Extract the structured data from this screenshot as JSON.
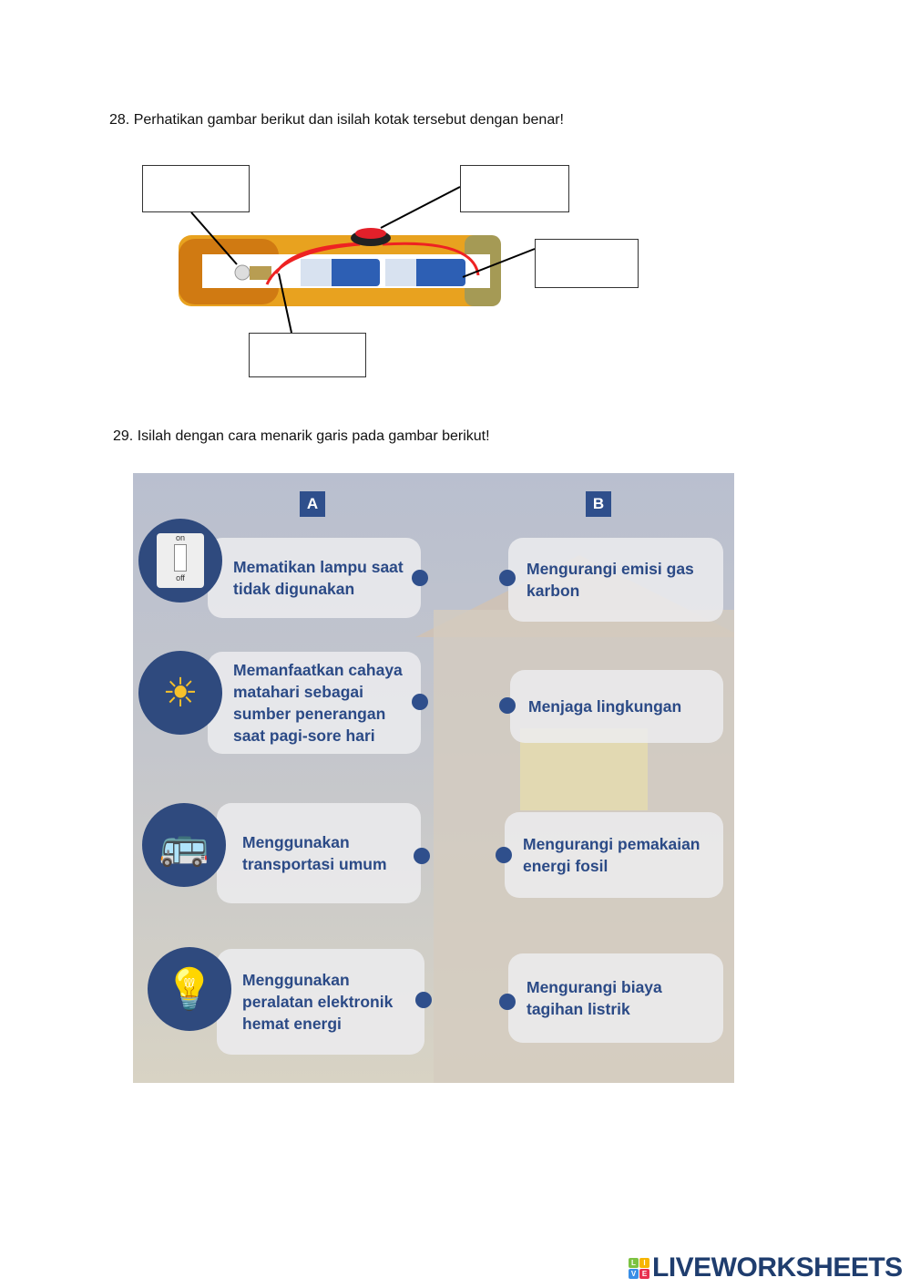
{
  "q28": {
    "text": "28. Perhatikan gambar berikut dan isilah kotak tersebut dengan benar!"
  },
  "q29": {
    "text": "29. Isilah dengan cara menarik garis pada gambar berikut!",
    "col_a": "A",
    "col_b": "B",
    "left": [
      {
        "text": "Mematikan lampu saat tidak digunakan",
        "icon": "light-switch-icon",
        "switch_on": "on",
        "switch_off": "off"
      },
      {
        "text": "Memanfaatkan cahaya matahari sebagai sumber penerangan saat pagi-sore hari",
        "icon": "sun-icon"
      },
      {
        "text": "Menggunakan transportasi umum",
        "icon": "bus-passengers-icon"
      },
      {
        "text": "Menggunakan peralatan elektronik hemat energi",
        "icon": "eco-bulb-icon"
      }
    ],
    "right": [
      {
        "text": "Mengurangi emisi gas karbon"
      },
      {
        "text": "Menjaga lingkungan"
      },
      {
        "text": "Mengurangi pemakaian energi fosil"
      },
      {
        "text": "Mengurangi biaya tagihan listrik"
      }
    ]
  },
  "logo": {
    "text": "LIVEWORKSHEETS",
    "letters": [
      "L",
      "I",
      "V",
      "E"
    ]
  }
}
